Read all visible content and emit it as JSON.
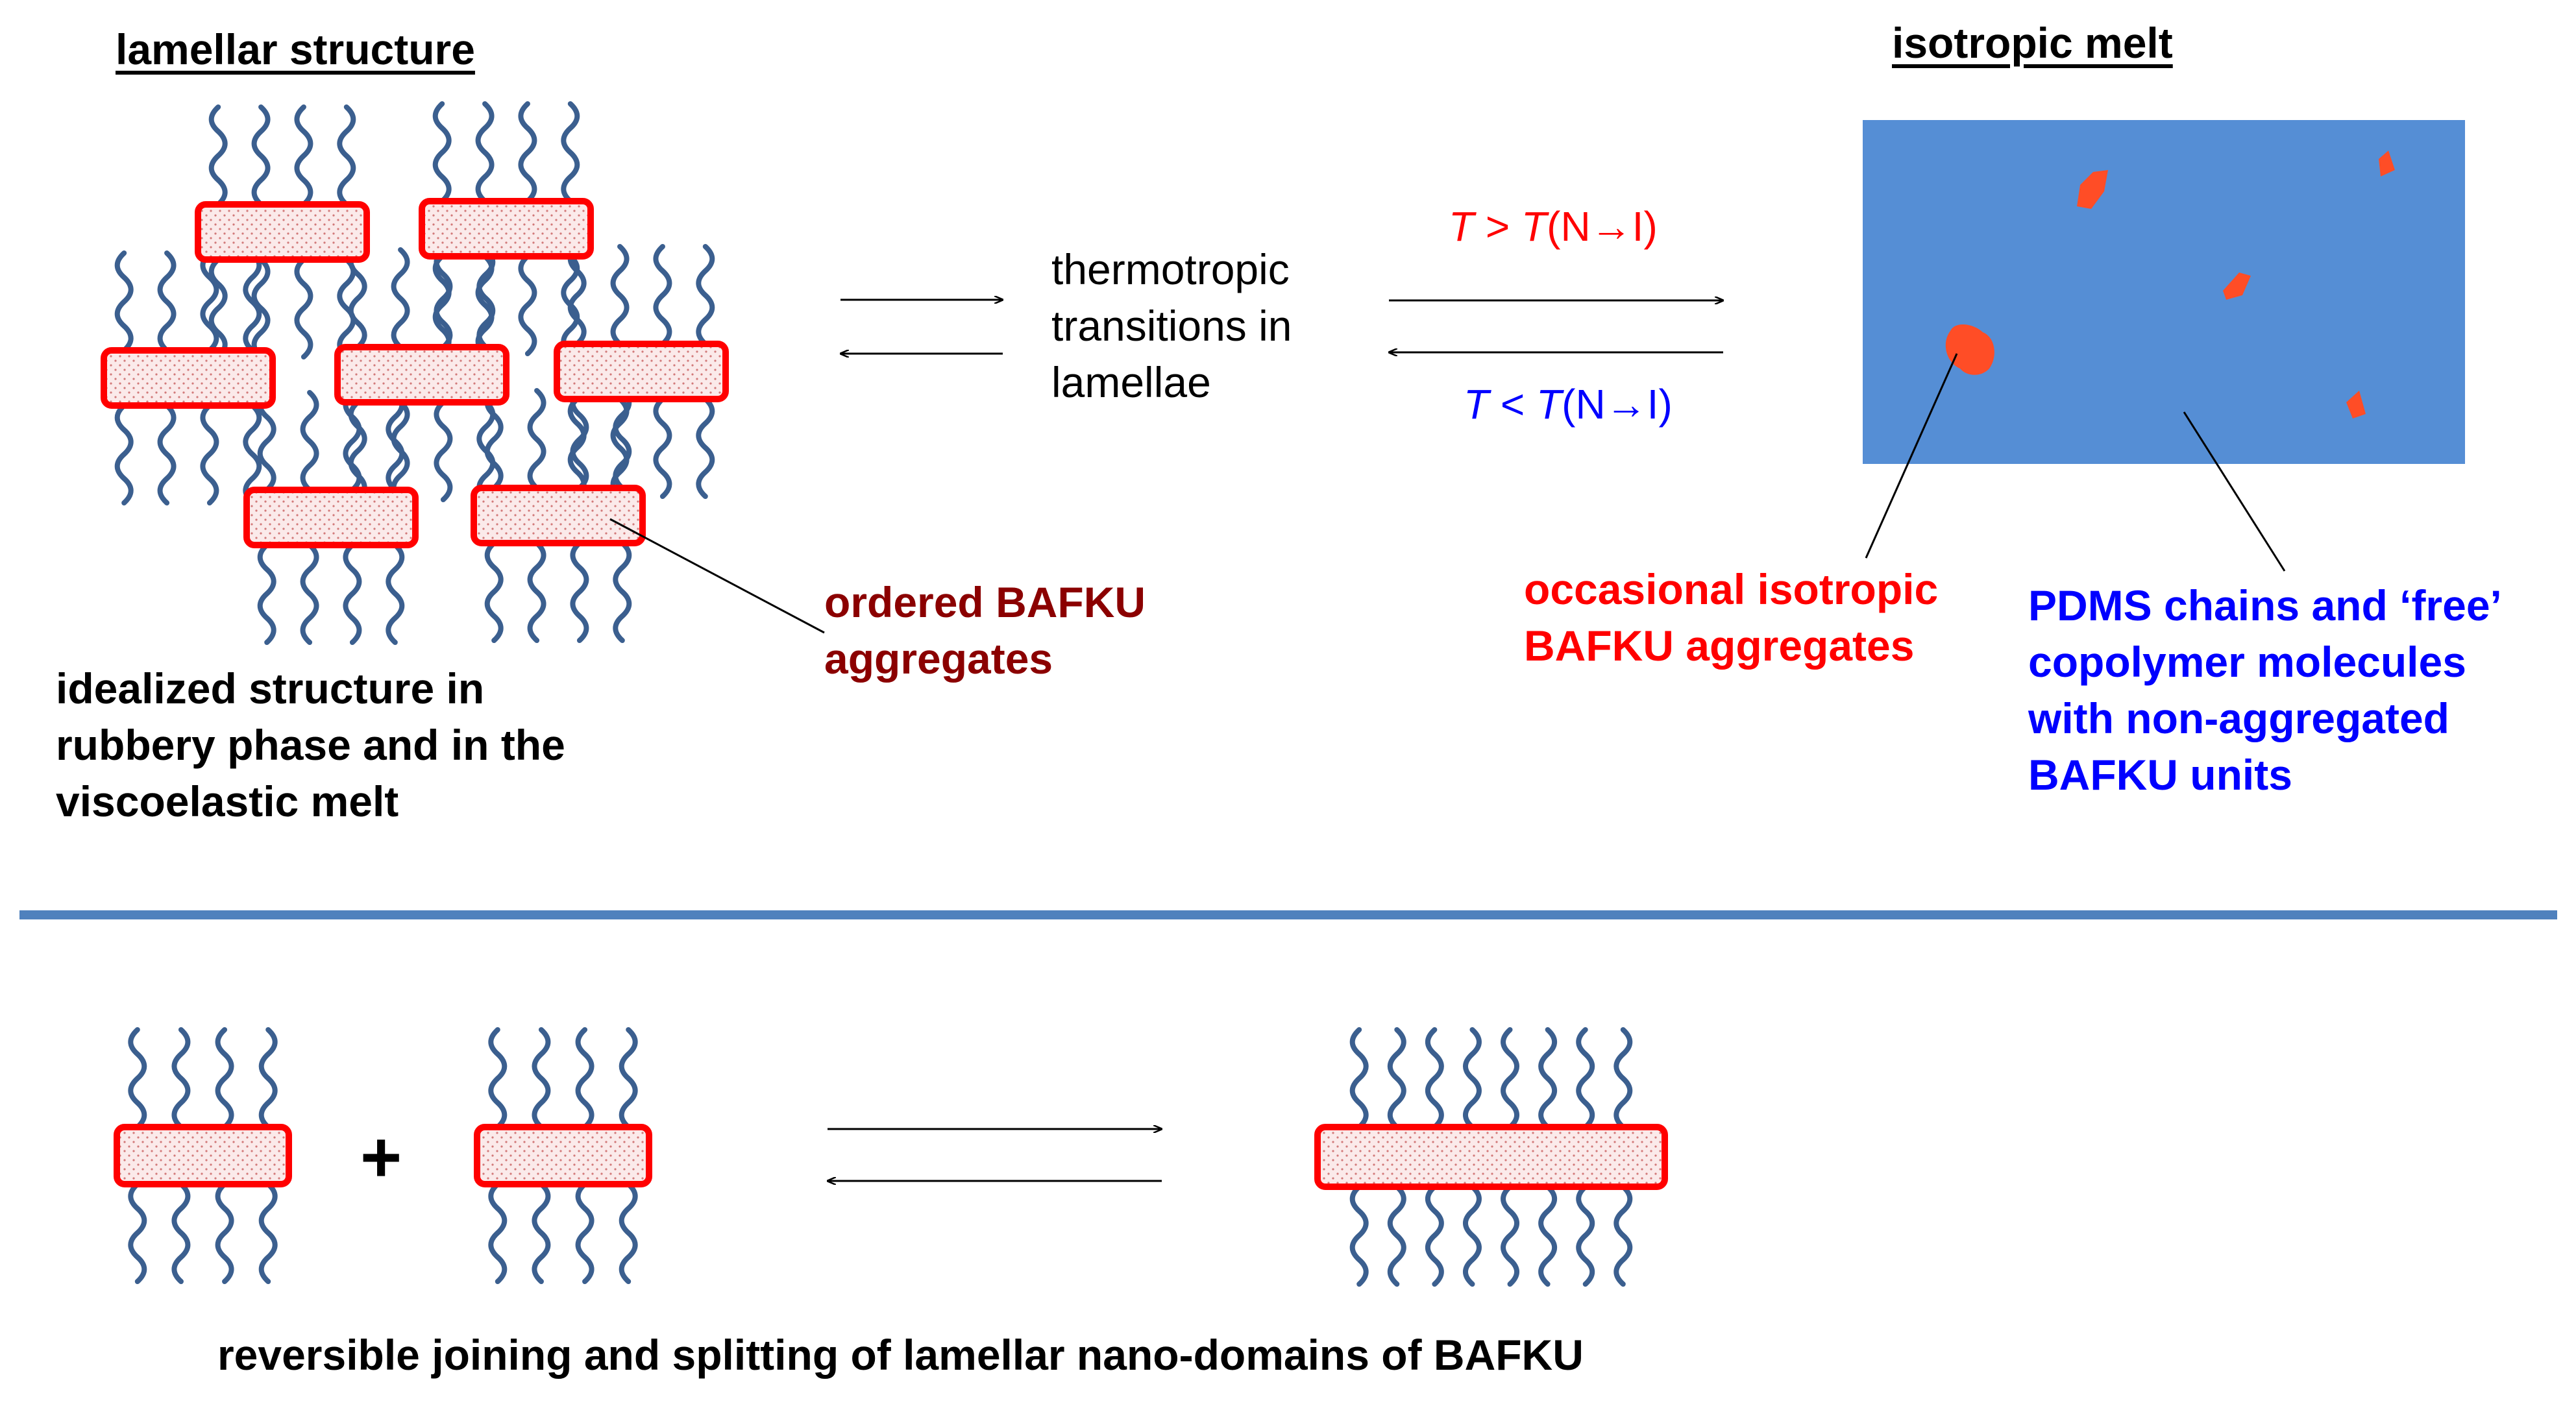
{
  "colors": {
    "block_border": "#ff0000",
    "block_fill": "#f3d6d6",
    "chain": "#3b5f8f",
    "melt_box": "#558ed5",
    "aggregate_blob": "#ff4d26",
    "separator": "#4f81bd",
    "text_dark": "#000000",
    "text_red": "#ff0000",
    "text_blue": "#0000ff",
    "text_darkred": "#8b0000"
  },
  "labels": {
    "lamellar_structure": "lamellar structure",
    "isotropic_melt": "isotropic melt",
    "thermotropic": "thermotropic\ntransitions in\nlamellae",
    "heat_T": "T",
    "heat_rest": " > ",
    "heat_T2": "T",
    "heat_end": "(N→I)",
    "cool_T": "T",
    "cool_rest": " < ",
    "cool_T2": "T",
    "cool_end": "(N→I)",
    "ordered_aggregates": "ordered BAFKU\naggregates",
    "idealized": "idealized structure in\nrubbery phase and in the\nviscoelastic melt",
    "occasional": "occasional isotropic\nBAFKU aggregates",
    "pdms": "PDMS chains and ‘free’\ncopolymer molecules\nwith non-aggregated\nBAFKU units",
    "plus": "+",
    "reversible": "reversible joining  and splitting of lamellar nano-domains of BAFKU"
  }
}
